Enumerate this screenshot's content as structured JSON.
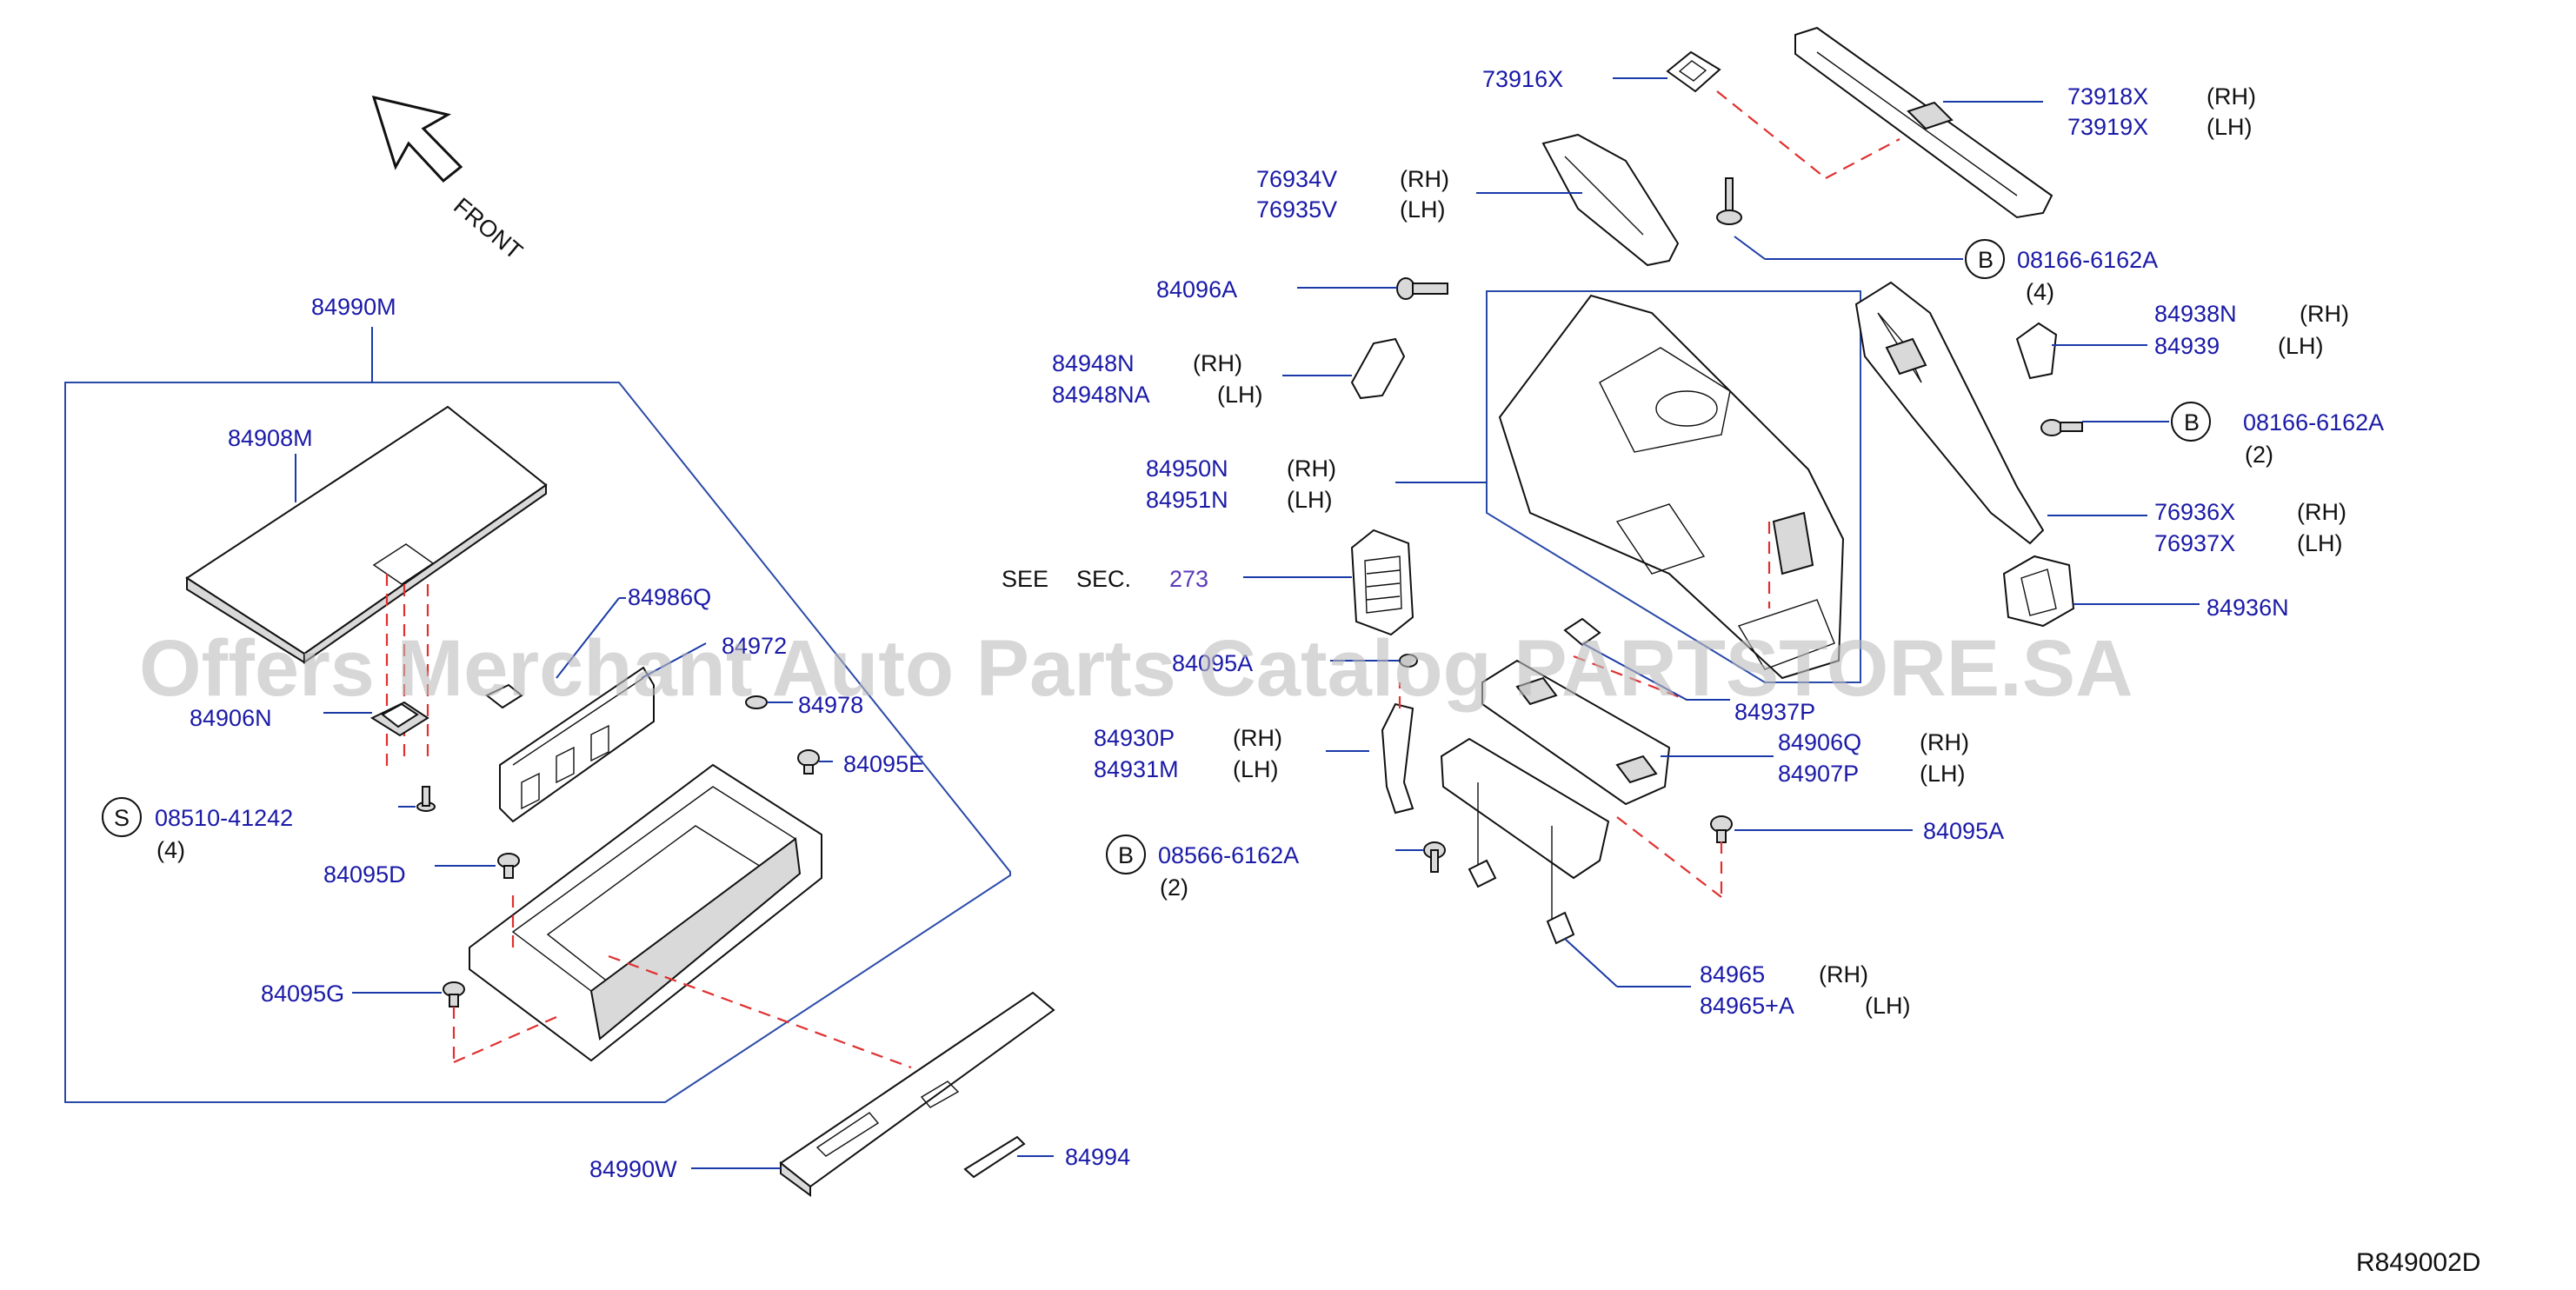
{
  "front_label": "FRONT",
  "diagram_code": "R849002D",
  "watermark": "Offers Merchant Auto Parts Catalog PARTSTORE.SA",
  "see_label": "SEE",
  "sec_label": "SEC.",
  "sec_number": "273",
  "callouts": {
    "c73916X": "73916X",
    "c73918X": "73918X",
    "c73918X_side": "(RH)",
    "c73919X": "73919X",
    "c73919X_side": "(LH)",
    "c76934V": "76934V",
    "c76934V_side": "(RH)",
    "c76935V": "76935V",
    "c76935V_side": "(LH)",
    "c08166a": "08166-6162A",
    "c08166a_badge": "B",
    "c08166a_qty": "(4)",
    "c84096A": "84096A",
    "c84938N": "84938N",
    "c84938N_side": "(RH)",
    "c84939": "84939",
    "c84939_side": "(LH)",
    "c84948N": "84948N",
    "c84948N_side": "(RH)",
    "c84948NA": "84948NA",
    "c84948NA_side": "(LH)",
    "c08166b": "08166-6162A",
    "c08166b_badge": "B",
    "c08166b_qty": "(2)",
    "c84950N": "84950N",
    "c84950N_side": "(RH)",
    "c84951N": "84951N",
    "c84951N_side": "(LH)",
    "c76936X": "76936X",
    "c76936X_side": "(RH)",
    "c76937X": "76937X",
    "c76937X_side": "(LH)",
    "c84936N": "84936N",
    "c84990M": "84990M",
    "c84908M": "84908M",
    "c84986Q": "84986Q",
    "c84972": "84972",
    "c84095A_partial": "84095A",
    "c84937P": "84937P",
    "c84906N": "84906N",
    "c84978": "84978",
    "c84930P": "84930P",
    "c84930P_side": "(RH)",
    "c84931M": "84931M",
    "c84931M_side": "(LH)",
    "c84906Q": "84906Q",
    "c84906Q_side": "(RH)",
    "c84907P": "84907P",
    "c84907P_side": "(LH)",
    "c84095E": "84095E",
    "c08510": "08510-41242",
    "c08510_badge": "S",
    "c08510_qty": "(4)",
    "c84095A": "84095A",
    "c08566": "08566-6162A",
    "c08566_badge": "B",
    "c08566_qty": "(2)",
    "c84095D": "84095D",
    "c84965": "84965",
    "c84965_side": "(RH)",
    "c84965A": "84965+A",
    "c84965A_side": "(LH)",
    "c84095G": "84095G",
    "c84990W": "84990W",
    "c84994": "84994"
  }
}
